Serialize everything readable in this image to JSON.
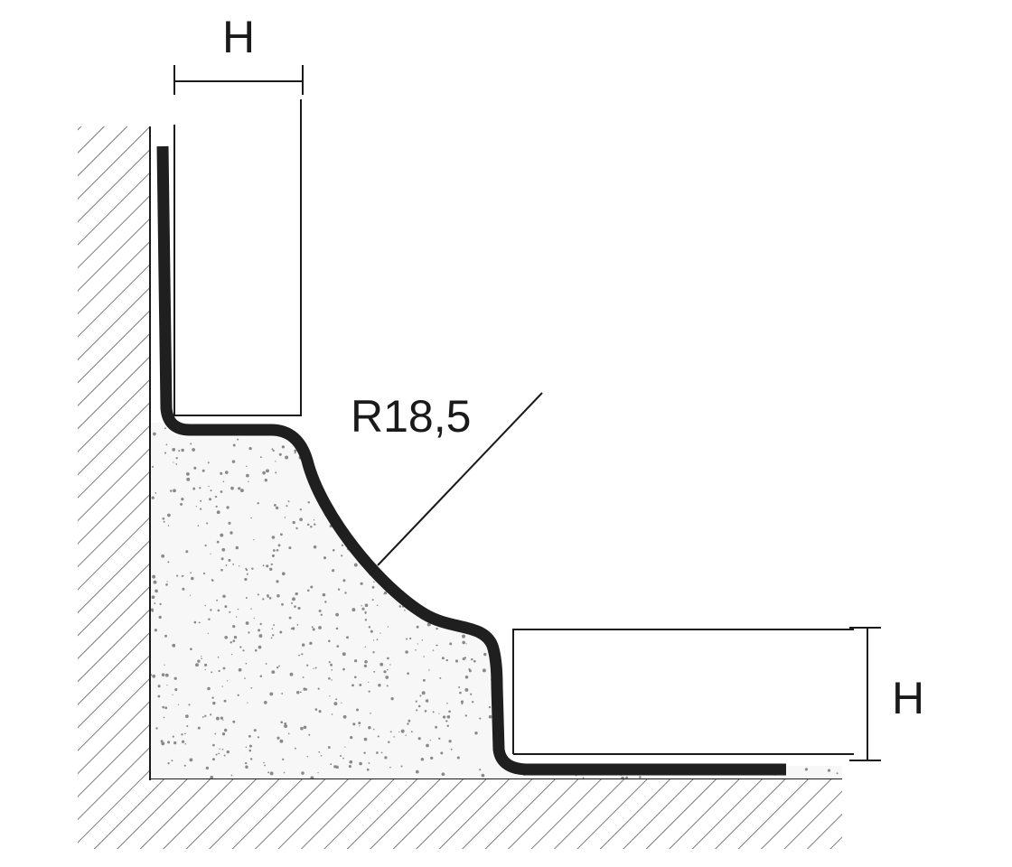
{
  "labels": {
    "top_dimension": "H",
    "right_dimension": "H",
    "radius": "R18,5"
  },
  "colors": {
    "profile": "#1f1f1f",
    "line": "#1a1a1a",
    "hatch": "#7a7a7a",
    "screed_dot": "#8a8a8a",
    "screed_fill": "#f7f7f7"
  }
}
